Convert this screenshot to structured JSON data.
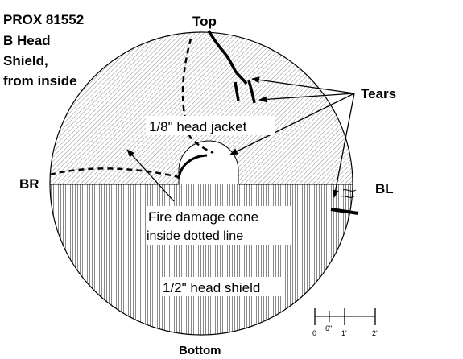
{
  "title_lines": [
    "PROX 81552",
    "B Head",
    "Shield,",
    "from inside"
  ],
  "labels": {
    "top": "Top",
    "bottom": "Bottom",
    "left": "BR",
    "right": "BL",
    "tears": "Tears",
    "jacket": "1/8\" head jacket",
    "fire_line1": "Fire damage cone",
    "fire_line2": "inside dotted line",
    "shield": "1/2\" head shield"
  },
  "scale": {
    "ticks": [
      "0",
      "6\"",
      "1'",
      "2'"
    ]
  }
}
